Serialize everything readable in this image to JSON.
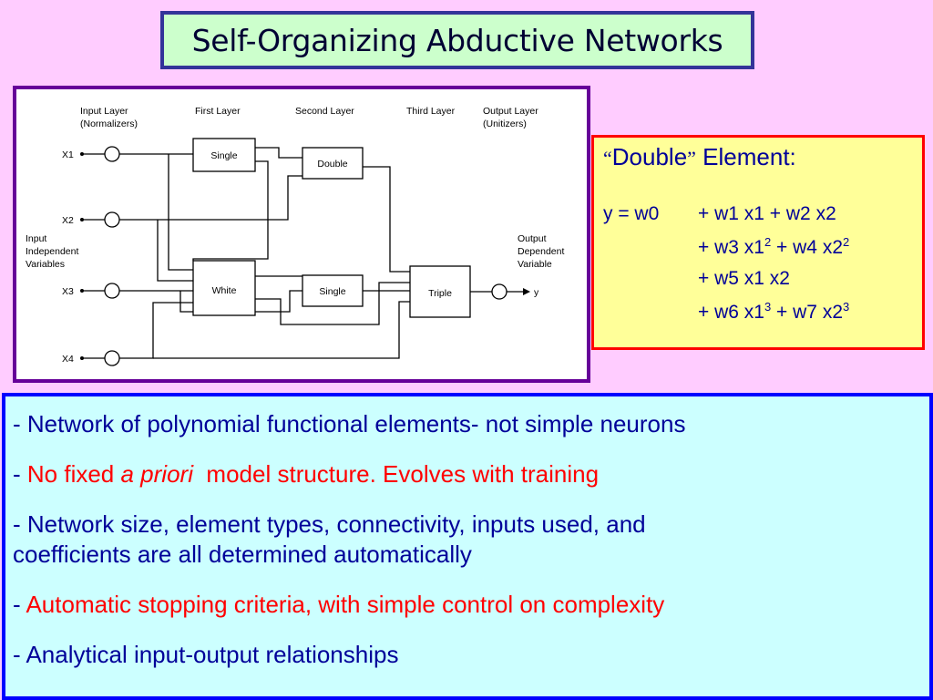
{
  "title": "Self-Organizing Abductive Networks",
  "diagram": {
    "header_labels": {
      "input_layer": [
        "Input Layer",
        "(Normalizers)"
      ],
      "first_layer": "First Layer",
      "second_layer": "Second Layer",
      "third_layer": "Third Layer",
      "output_layer": [
        "Output Layer",
        "(Unitizers)"
      ]
    },
    "inputs": [
      "X1",
      "X2",
      "X3",
      "X4"
    ],
    "input_side_label": [
      "Input",
      "Independent",
      "Variables"
    ],
    "output_side_label": [
      "Output",
      "Dependent",
      "Variable"
    ],
    "output_variable": "y",
    "nodes": {
      "single_1": "Single",
      "double": "Double",
      "white": "White",
      "single_2": "Single",
      "triple": "Triple"
    }
  },
  "double_element": {
    "open_quote": "“",
    "word": "Double",
    "close_quote": "”",
    "rest": " Element:",
    "lhs": "y = w0",
    "lines": [
      {
        "a": "+ w1 x1 + w2 x2",
        "exp1": "",
        "b": "",
        "exp2": ""
      },
      {
        "a": "+ w3 x1",
        "exp1": "2",
        "b": " + w4 x2",
        "exp2": "2"
      },
      {
        "a": "+ w5 x1 x2",
        "exp1": "",
        "b": "",
        "exp2": ""
      },
      {
        "a": "+ w6 x1",
        "exp1": "3",
        "b": " + w7 x2",
        "exp2": "3"
      }
    ]
  },
  "bullets": {
    "b1": "- Network of polynomial functional elements- not simple neurons",
    "b2_dash": "- ",
    "b2_a": "No fixed ",
    "b2_italic": "a priori",
    "b2_b": "  model structure. Evolves with training",
    "b3_line1": "- Network size, element types, connectivity, inputs used, and",
    "b3_line2": "coefficients are all determined automatically",
    "b4_dash": "- ",
    "b4_red": "Automatic stopping criteria, with simple control on complexity",
    "b5": "- Analytical input-output relationships"
  },
  "colors": {
    "background": "#ffccff",
    "title_bg": "#ccffcc",
    "title_border": "#333399",
    "diagram_border": "#660099",
    "equation_bg": "#ffff99",
    "equation_border": "#ff0000",
    "text_bg": "#ccffff",
    "text_border": "#0000ff",
    "navy_text": "#000099",
    "red_text": "#ff0000"
  }
}
